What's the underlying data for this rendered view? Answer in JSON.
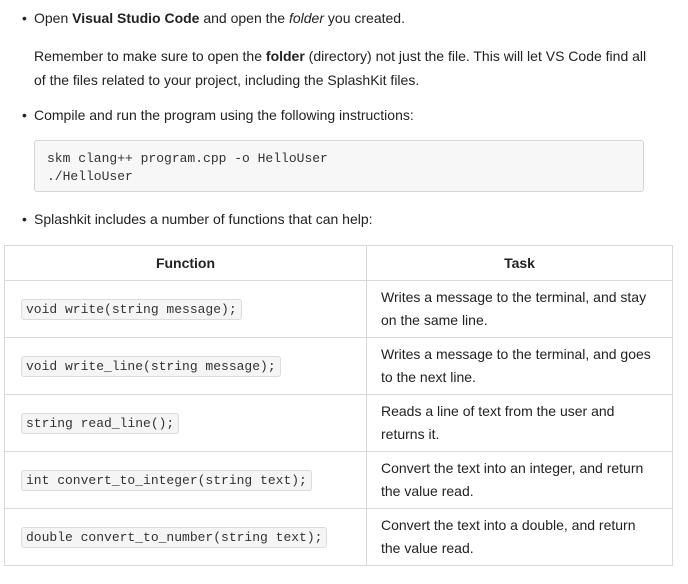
{
  "bullets": {
    "open": {
      "dot": "•",
      "text1": "Open ",
      "bold": "Visual Studio Code",
      "text2": " and open the ",
      "italic": "folder",
      "text3": " you created."
    },
    "remember": {
      "text1": "Remember to make sure to open the ",
      "bold": "folder",
      "text2": " (directory) not just the file. This will let VS Code find all of the files related to your project, including the SplashKit files."
    },
    "compile": {
      "dot": "•",
      "text": "Compile and run the program using the following instructions:"
    },
    "splashkit": {
      "dot": "•",
      "text": "Splashkit includes a number of functions that can help:"
    }
  },
  "code": {
    "line1": "skm clang++ program.cpp -o HelloUser",
    "line2": "./HelloUser"
  },
  "table": {
    "headers": {
      "function": "Function",
      "task": "Task"
    },
    "rows": [
      {
        "function": "void write(string message);",
        "task": "Writes a message to the terminal, and stay on the same line."
      },
      {
        "function": "void write_line(string message);",
        "task": "Writes a message to the terminal, and goes to the next line."
      },
      {
        "function": "string read_line();",
        "task": "Reads a line of text from the user and returns it."
      },
      {
        "function": "int convert_to_integer(string text);",
        "task": "Convert the text into an integer, and return the value read."
      },
      {
        "function": "double convert_to_number(string text);",
        "task": "Convert the text into a double, and return the value read."
      }
    ]
  }
}
